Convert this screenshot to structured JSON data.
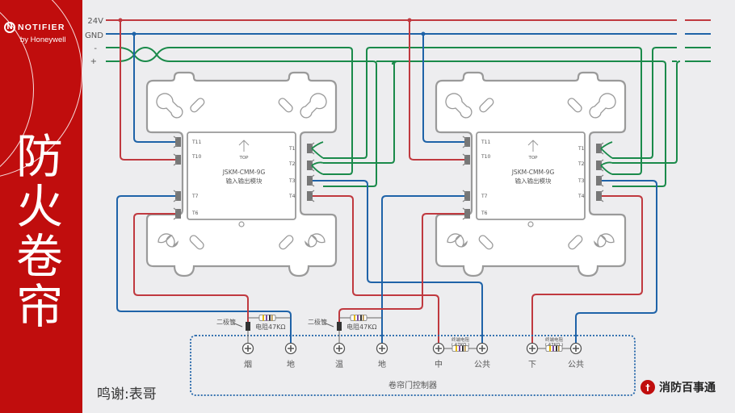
{
  "brand": {
    "logo_letter": "N",
    "name": "NOTIFIER",
    "sub": "by Honeywell"
  },
  "title_chars": [
    "防",
    "火",
    "卷",
    "帘"
  ],
  "bus": {
    "lines": [
      {
        "label": "24V",
        "color": "#c0393f"
      },
      {
        "label": "GND",
        "color": "#1f63a8"
      },
      {
        "label": "-",
        "color": "#1a8a4a"
      },
      {
        "label": "+",
        "color": "#1a8a4a"
      }
    ]
  },
  "modules": [
    {
      "model": "JSKM-CMM-9G",
      "desc": "输入输出模块",
      "top_label": "TOP",
      "left_terminals": [
        "T11",
        "T10",
        "T7",
        "T6"
      ],
      "right_terminals": [
        "T1",
        "T2",
        "T3",
        "T4"
      ]
    },
    {
      "model": "JSKM-CMM-9G",
      "desc": "输入输出模块",
      "top_label": "TOP",
      "left_terminals": [
        "T11",
        "T10",
        "T7",
        "T6"
      ],
      "right_terminals": [
        "T1",
        "T2",
        "T3",
        "T4"
      ]
    }
  ],
  "controller": {
    "title": "卷帘门控制器",
    "terminals": [
      "烟",
      "地",
      "温",
      "地",
      "中",
      "公共",
      "下",
      "公共"
    ],
    "diode_label": "二极管",
    "resistor_label": "电阻47KΩ",
    "eol_label_1": "终端电阻",
    "eol_label_2": "( 47KΩ )"
  },
  "credit": "鸣谢:表哥",
  "footer_brand": {
    "mark": "†",
    "name": "消防百事通"
  },
  "colors": {
    "sidebar": "#c00d0d",
    "red_wire": "#c0393f",
    "blue_wire": "#1f63a8",
    "green_wire": "#1a8a4a",
    "background": "#ededef"
  }
}
